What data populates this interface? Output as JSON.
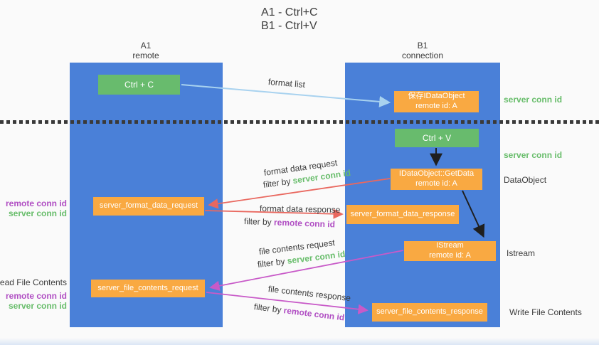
{
  "title": {
    "line1": "A1 - Ctrl+C",
    "line2": "B1 - Ctrl+V"
  },
  "lanes": {
    "left": {
      "title": "A1",
      "subtitle": "remote"
    },
    "right": {
      "title": "B1",
      "subtitle": "connection"
    }
  },
  "nodes": {
    "ctrl_c": {
      "label": "Ctrl + C"
    },
    "save_dataobject": {
      "line1": "保存IDataObject",
      "line2": "remote id: A"
    },
    "ctrl_v": {
      "label": "Ctrl + V"
    },
    "getdata": {
      "line1": "IDataObject::GetData",
      "line2": "remote id: A"
    },
    "format_request": {
      "label": "server_format_data_request"
    },
    "format_response": {
      "label": "server_format_data_response"
    },
    "istream": {
      "line1": "IStream",
      "line2": "remote id: A"
    },
    "file_request": {
      "label": "server_file_contents_request"
    },
    "file_response": {
      "label": "server_file_contents_response"
    }
  },
  "edge_labels": {
    "format_list": "format list",
    "format_data_request": "format data request",
    "format_data_response": "format data response",
    "file_contents_request": "file contents request",
    "file_contents_response": "file contents response",
    "filter_by": "filter by",
    "server_conn_id": "server conn id",
    "remote_conn_id": "remote conn id"
  },
  "annotations": {
    "right_server_conn_id_top": "server conn id",
    "right_server_conn_id_mid": "server conn id",
    "dataobject": "DataObject",
    "istream": "Istream",
    "write_file_contents": "Write File Contents",
    "left_remote_conn_id_top": "remote conn id",
    "left_server_conn_id_top": "server conn id",
    "read_file_contents": "Read File Contents",
    "left_remote_conn_id_bottom": "remote conn id",
    "left_server_conn_id_bottom": "server conn id"
  },
  "colors": {
    "lane_blue": "#4a80d8",
    "node_green": "#68bb6d",
    "node_orange": "#f9a942",
    "arrow_light_blue": "#a8d2ef",
    "arrow_red": "#e9685f",
    "arrow_magenta": "#c85ac8",
    "arrow_black": "#1f1f1f",
    "text_green": "#68bd6b",
    "text_purple": "#b04ec3"
  }
}
